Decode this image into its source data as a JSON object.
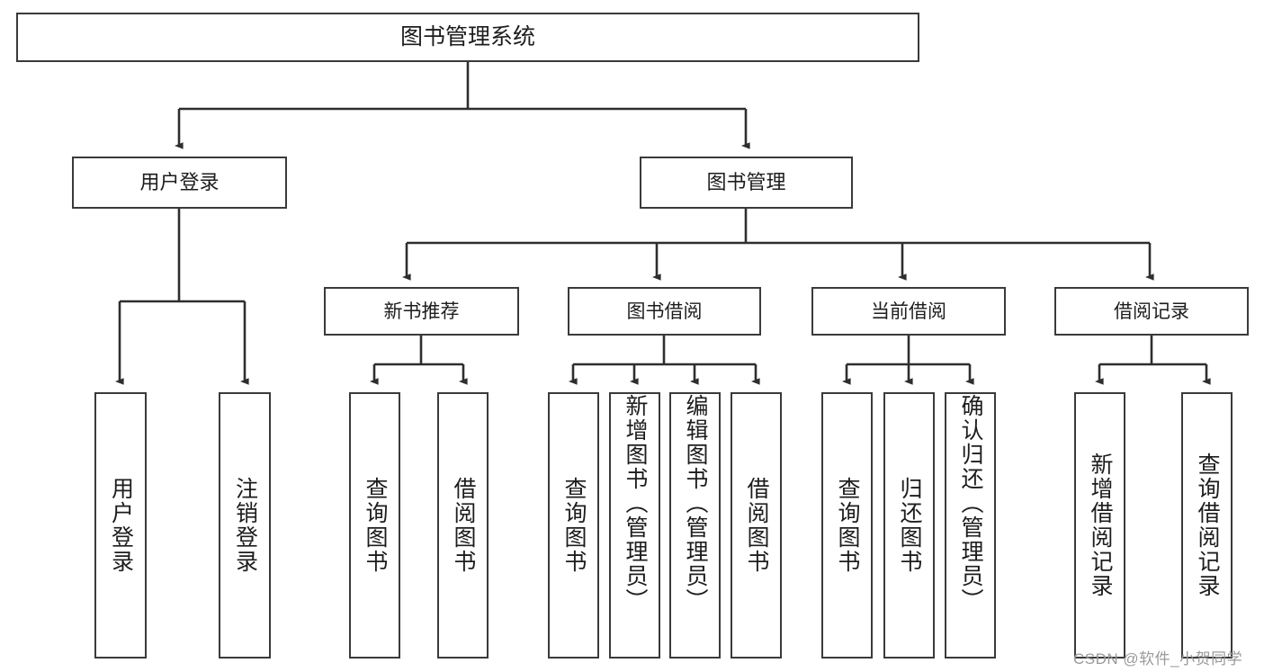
{
  "diagram": {
    "title": "图书管理系统",
    "type": "hierarchy-tree",
    "root": {
      "id": "root",
      "label": "图书管理系统"
    },
    "level2": [
      {
        "id": "user-login",
        "label": "用户登录"
      },
      {
        "id": "book-manage",
        "label": "图书管理"
      }
    ],
    "level3": [
      {
        "id": "new-book-rec",
        "label": "新书推荐"
      },
      {
        "id": "book-borrow",
        "label": "图书借阅"
      },
      {
        "id": "current-borrow",
        "label": "当前借阅"
      },
      {
        "id": "borrow-record",
        "label": "借阅记录"
      }
    ],
    "leaves": [
      {
        "id": "leaf-user-login",
        "parent": "user-login",
        "label": "用户登录"
      },
      {
        "id": "leaf-logout",
        "parent": "user-login",
        "label": "注销登录"
      },
      {
        "id": "leaf-query-book-1",
        "parent": "new-book-rec",
        "label": "查询图书"
      },
      {
        "id": "leaf-borrow-book-1",
        "parent": "new-book-rec",
        "label": "借阅图书"
      },
      {
        "id": "leaf-query-book-2",
        "parent": "book-borrow",
        "label": "查询图书"
      },
      {
        "id": "leaf-add-book",
        "parent": "book-borrow",
        "label": "新增图书（管理员）"
      },
      {
        "id": "leaf-edit-book",
        "parent": "book-borrow",
        "label": "编辑图书（管理员）"
      },
      {
        "id": "leaf-borrow-book-2",
        "parent": "book-borrow",
        "label": "借阅图书"
      },
      {
        "id": "leaf-query-book-3",
        "parent": "current-borrow",
        "label": "查询图书"
      },
      {
        "id": "leaf-return-book",
        "parent": "current-borrow",
        "label": "归还图书"
      },
      {
        "id": "leaf-confirm-return",
        "parent": "current-borrow",
        "label": "确认归还（管理员）"
      },
      {
        "id": "leaf-add-record",
        "parent": "borrow-record",
        "label": "新增借阅记录"
      },
      {
        "id": "leaf-query-record",
        "parent": "borrow-record",
        "label": "查询借阅记录"
      }
    ]
  },
  "watermark": {
    "text": "CSDN @软件_小贺同学"
  },
  "colors": {
    "stroke": "#3a3a3a",
    "background": "#ffffff",
    "text": "#1d1d1d",
    "watermark": "#9a9a9a"
  }
}
